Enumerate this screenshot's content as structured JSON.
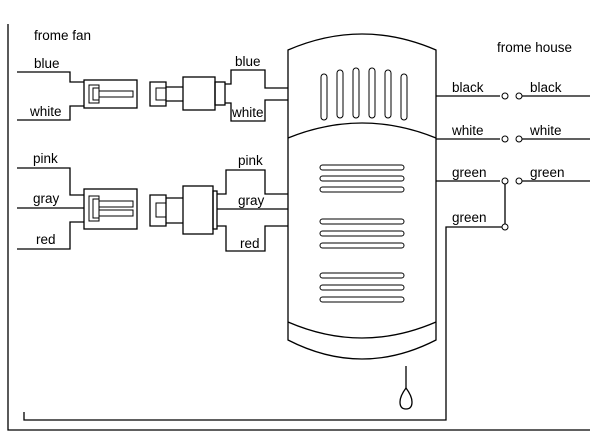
{
  "headings": {
    "fan": "frome fan",
    "house": "frome house"
  },
  "fan_wires": {
    "top": [
      "blue",
      "white"
    ],
    "bottom": [
      "pink",
      "gray",
      "red"
    ]
  },
  "receiver_wires": {
    "top": [
      "blue",
      "white"
    ],
    "bottom": [
      "pink",
      "gray",
      "red"
    ]
  },
  "output_wires": [
    "black",
    "white",
    "green",
    "green"
  ],
  "house_wires": [
    "black",
    "white",
    "green"
  ],
  "icons": {
    "receiver": "remote-receiver-unit-icon",
    "pull_chain": "pull-chain-icon",
    "connector": "plug-connector-icon"
  }
}
